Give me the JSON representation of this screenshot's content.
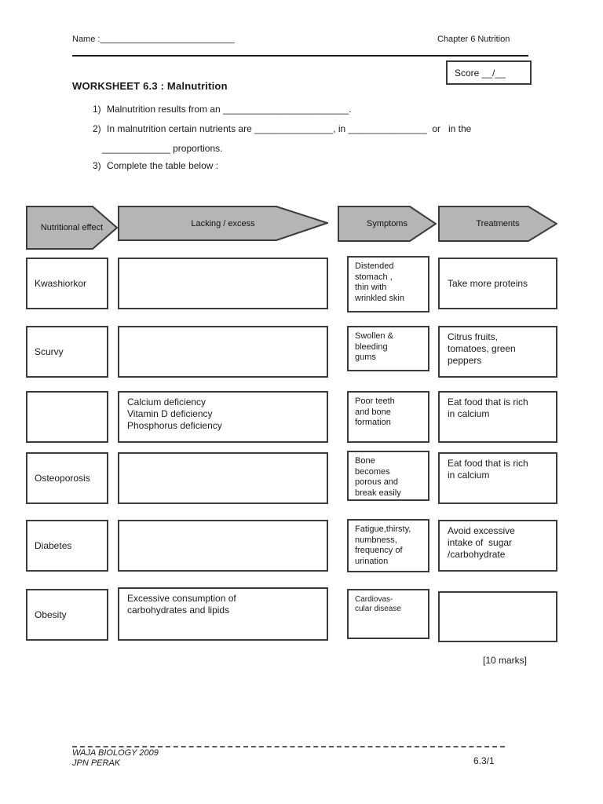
{
  "header": {
    "name_line": "Name :____________________________",
    "chapter": "Chapter 6 Nutrition",
    "score": "Score __/__"
  },
  "title": "WORKSHEET 6.3 : Malnutrition",
  "questions": {
    "q1_num": "1)",
    "q1_text": "Malnutrition results from an ________________________.",
    "q2_num": "2)",
    "q2_line1": "In malnutrition certain nutrients are _______________, in _______________  or   in the",
    "q2_line2": "_____________ proportions.",
    "q3_num": "3)",
    "q3_text": "Complete the table below :"
  },
  "table": {
    "headers": [
      {
        "label": "Nutritional effect"
      },
      {
        "label": "Lacking / excess"
      },
      {
        "label": "Symptoms"
      },
      {
        "label": "Treatments"
      }
    ],
    "rows": [
      {
        "effect": "Kwashiorkor",
        "lacking": "",
        "symptoms": "Distended\nstomach ,\nthin with\nwrinkled skin",
        "treatments": "Take more proteins"
      },
      {
        "effect": "Scurvy",
        "lacking": "",
        "symptoms": "Swollen &\nbleeding\ngums",
        "treatments": "Citrus fruits,\ntomatoes, green\npeppers"
      },
      {
        "effect": "",
        "lacking": "Calcium deficiency\nVitamin D deficiency\nPhosphorus deficiency",
        "symptoms": "Poor teeth\nand bone\nformation",
        "treatments": "Eat food that is rich\nin calcium"
      },
      {
        "effect": "Osteoporosis",
        "lacking": "",
        "symptoms": "Bone\nbecomes\nporous and\nbreak easily",
        "treatments": "Eat food that is rich\nin calcium"
      },
      {
        "effect": "Diabetes",
        "lacking": "",
        "symptoms": "Fatigue,thirsty,\nnumbness,\nfrequency of\nurination",
        "treatments": "Avoid excessive\nintake of  sugar\n/carbohydrate"
      },
      {
        "effect": "Obesity",
        "lacking": "Excessive consumption of\ncarbohydrates and lipids",
        "symptoms": "Cardiovas-\ncular disease",
        "treatments": ""
      }
    ]
  },
  "marks": "[10 marks]",
  "footer": {
    "org_line1": "WAJA BIOLOGY 2009",
    "org_line2": "JPN PERAK",
    "page_number": "6.3/1"
  },
  "colors": {
    "arrow_fill": "#b5b5b5",
    "box_border": "#3c3c3c",
    "text": "#1a1a1a"
  }
}
